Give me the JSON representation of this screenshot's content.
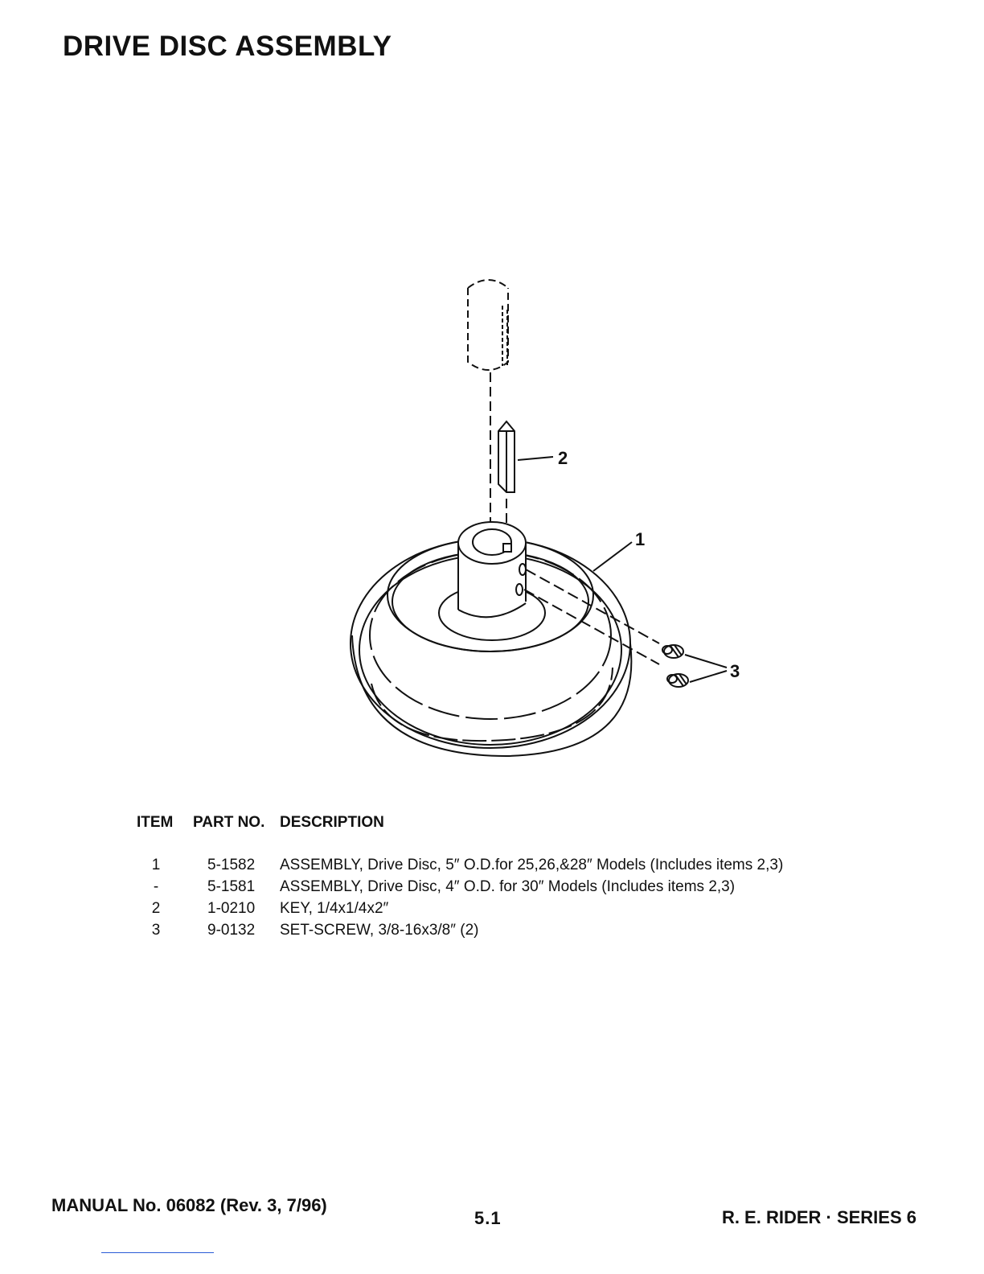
{
  "page_title": "DRIVE DISC ASSEMBLY",
  "diagram": {
    "callouts": [
      "1",
      "2",
      "3"
    ]
  },
  "parts_table": {
    "headers": {
      "item": "ITEM",
      "part_no": "PART NO.",
      "description": "DESCRIPTION"
    },
    "rows": [
      {
        "item": "1",
        "part_no": "5-1582",
        "description": "ASSEMBLY, Drive Disc, 5″ O.D.for 25,26,&28″ Models (Includes items 2,3)"
      },
      {
        "item": "-",
        "part_no": "5-1581",
        "description": "ASSEMBLY, Drive Disc, 4″ O.D. for 30″ Models (Includes items 2,3)"
      },
      {
        "item": "2",
        "part_no": "1-0210",
        "description": "KEY, 1/4x1/4x2″"
      },
      {
        "item": "3",
        "part_no": "9-0132",
        "description": "SET-SCREW, 3/8-16x3/8″ (2)"
      }
    ]
  },
  "footer": {
    "manual": "MANUAL No. 06082 (Rev. 3, 7/96)",
    "page_number": "5.1",
    "series": "R. E. RIDER · SERIES 6"
  }
}
